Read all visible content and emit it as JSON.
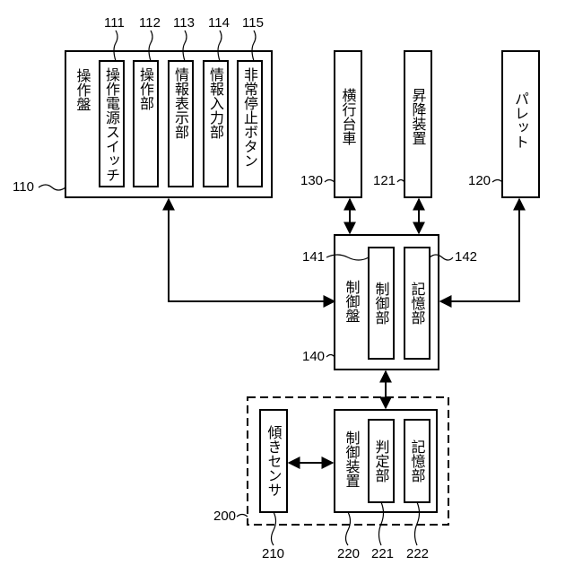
{
  "blocks": {
    "operation_panel": "操作盤",
    "op_power_switch": "操作電源スイッチ",
    "op_operation_unit": "操作部",
    "op_info_display": "情報表示部",
    "op_info_input": "情報入力部",
    "op_emergency_stop": "非常停止ボタン",
    "traverser": "横行台車",
    "lifter": "昇降装置",
    "pallet": "パレット",
    "control_panel": "制御盤",
    "cp_control_unit": "制御部",
    "cp_storage_unit": "記憶部",
    "tilt_sensor": "傾きセンサ",
    "control_device": "制御装置",
    "cd_judge_unit": "判定部",
    "cd_storage_unit": "記憶部"
  },
  "refs": {
    "operation_panel": "110",
    "op_power_switch": "111",
    "op_operation_unit": "112",
    "op_info_display": "113",
    "op_info_input": "114",
    "op_emergency_stop": "115",
    "traverser": "130",
    "lifter": "121",
    "pallet": "120",
    "control_panel": "140",
    "cp_control_unit": "141",
    "cp_storage_unit": "142",
    "system_200": "200",
    "tilt_sensor": "210",
    "control_device": "220",
    "cd_judge_unit": "221",
    "cd_storage_unit": "222"
  }
}
